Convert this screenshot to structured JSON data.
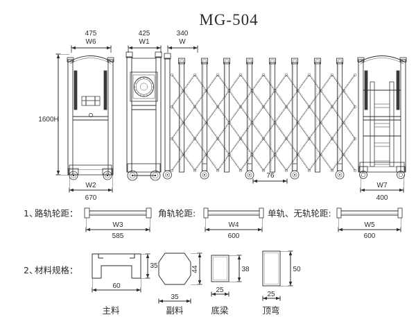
{
  "title": "MG-504",
  "drawing": {
    "top_dimensions": [
      {
        "value": "475",
        "code": "W6"
      },
      {
        "value": "425",
        "code": "W1"
      },
      {
        "value": "340",
        "code": "W"
      }
    ],
    "height_dimension": "1600H",
    "bottom_dimensions": [
      {
        "code": "W2",
        "value": "670"
      },
      {
        "code": "W7",
        "value": "400"
      }
    ],
    "gap_dimension": "76"
  },
  "row1": {
    "index": "1、",
    "label": "路轨轮距：",
    "items": [
      {
        "label": "",
        "code": "W3",
        "value": "585"
      },
      {
        "label": "角轨轮距:",
        "code": "W4",
        "value": "600"
      },
      {
        "label": "单轨、无轨轮距:",
        "code": "W5",
        "value": "600"
      }
    ]
  },
  "row2": {
    "index": "2、",
    "label": "材料规格：",
    "profiles": [
      {
        "name": "主料",
        "width": "60",
        "height": "35"
      },
      {
        "name": "副料",
        "width": "35",
        "height": "44"
      },
      {
        "name": "底梁",
        "width": "25",
        "height": "38"
      },
      {
        "name": "顶弯",
        "width": "25",
        "height": "50"
      }
    ]
  },
  "colors": {
    "line": "#2b2b2b",
    "thin": "#5a5a5a",
    "fill": "#ffffff",
    "background": "#ffffff"
  }
}
